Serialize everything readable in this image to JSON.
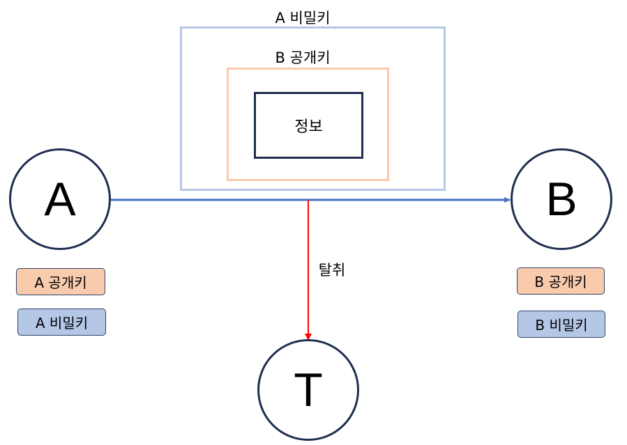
{
  "colors": {
    "outer_box": "#b4c7e7",
    "inner_box": "#f8cbad",
    "node_border": "#1f2d4f",
    "main_arrow": "#4472c4",
    "intercept_arrow": "#ff0000"
  },
  "envelope": {
    "outer_label": "A 비밀키",
    "inner_label": "B 공개키",
    "content": "정보"
  },
  "nodes": {
    "a": "A",
    "b": "B",
    "t": "T"
  },
  "arrow_label": "탈취",
  "keys": {
    "a_public": "A 공개키",
    "a_private": "A 비밀키",
    "b_public": "B 공개키",
    "b_private": "B 비밀키"
  }
}
